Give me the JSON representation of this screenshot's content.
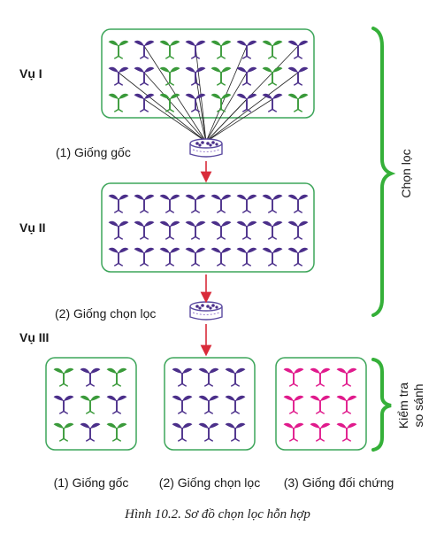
{
  "season_labels": {
    "s1": "Vụ I",
    "s2": "Vụ II",
    "s3": "Vụ III"
  },
  "step_labels": {
    "bulk1": "(1) Giống gốc",
    "bulk2": "(2) Giống chọn lọc"
  },
  "bracket_labels": {
    "selection": "Chọn lọc",
    "test_line1": "Kiểm tra",
    "test_line2": "so sánh"
  },
  "bottom_labels": {
    "b1": "(1) Giống gốc",
    "b2": "(2) Giống chọn lọc",
    "b3": "(3) Giống đối chứng"
  },
  "caption": "Hình 10.2. Sơ đồ chọn lọc hỗn hợp",
  "colors": {
    "box_border": "#3da55a",
    "green_plant": "#3a9a3a",
    "purple_plant": "#4b2f8a",
    "pink_plant": "#e01a8c",
    "arrow": "#d92b3a",
    "bracket": "#35b039",
    "seed_dish": "#5b4aa0"
  },
  "plant_grids": {
    "s1": [
      "g",
      "p",
      "g",
      "p",
      "g",
      "p",
      "g",
      "p",
      "p",
      "p",
      "g",
      "p",
      "g",
      "p",
      "g",
      "p",
      "g",
      "p",
      "g",
      "p",
      "g",
      "p",
      "p",
      "g"
    ],
    "s2": [
      "p",
      "p",
      "p",
      "p",
      "p",
      "p",
      "p",
      "p",
      "p",
      "p",
      "p",
      "p",
      "p",
      "p",
      "p",
      "p",
      "p",
      "p",
      "p",
      "p",
      "p",
      "p",
      "p",
      "p"
    ],
    "s3a": [
      "g",
      "p",
      "g",
      "p",
      "g",
      "p",
      "g",
      "p",
      "g"
    ],
    "s3b": [
      "p",
      "p",
      "p",
      "p",
      "p",
      "p",
      "p",
      "p",
      "p"
    ],
    "s3c": [
      "k",
      "k",
      "k",
      "k",
      "k",
      "k",
      "k",
      "k",
      "k"
    ]
  }
}
